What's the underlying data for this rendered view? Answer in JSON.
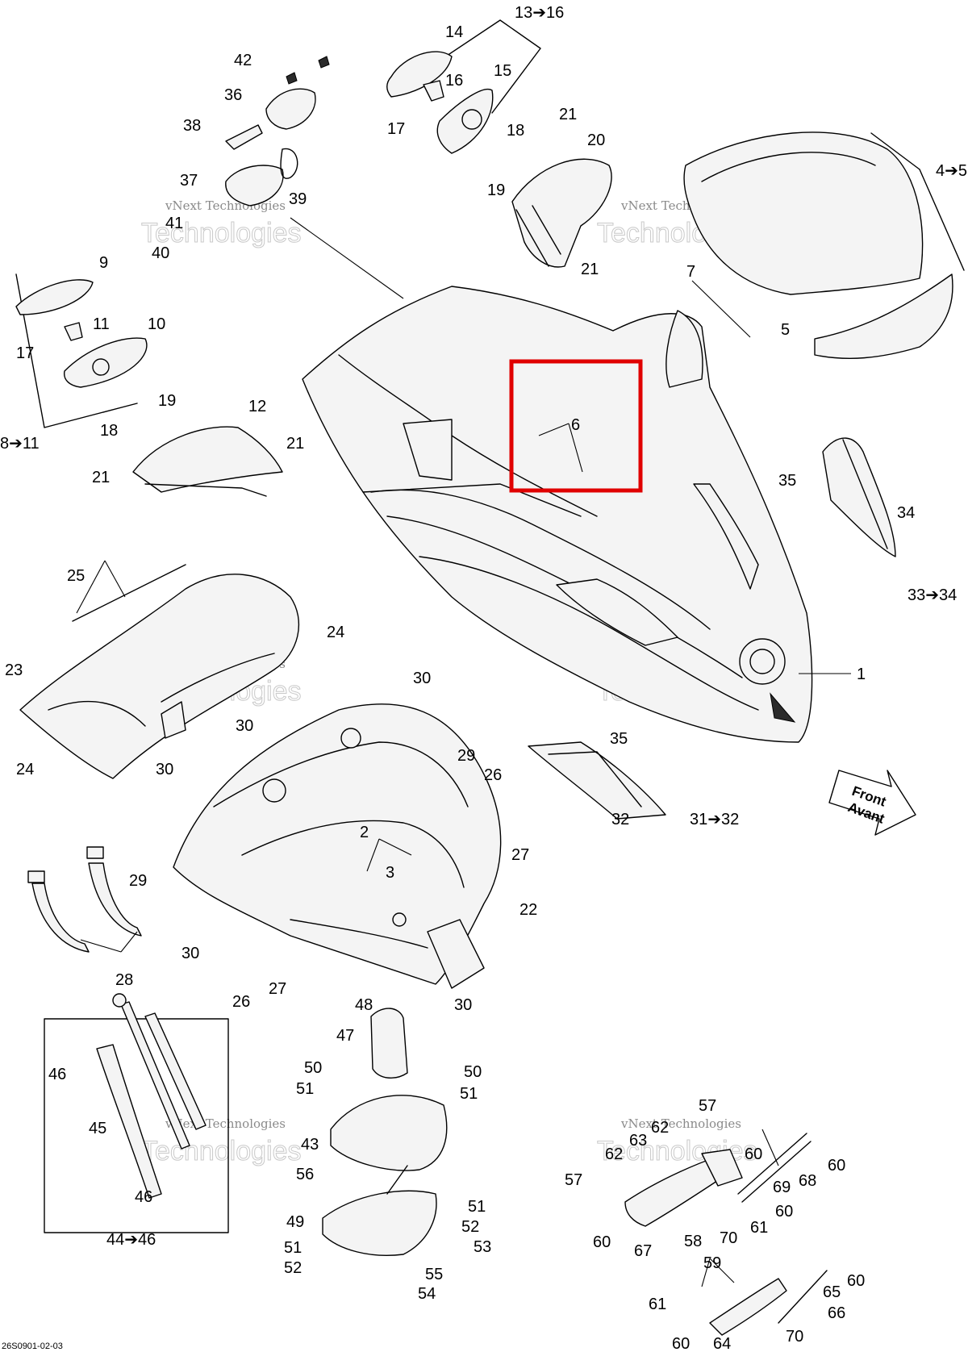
{
  "diagram": {
    "drawing_code": "26S0901-02-03",
    "watermark": {
      "line1": "vNext Technologies",
      "line2": "Technologies"
    },
    "front_arrow": {
      "line1": "Front",
      "line2": "Avant"
    },
    "highlight_color": "#e00000",
    "callouts": {
      "c1": "1",
      "c2": "2",
      "c3": "3",
      "c4": "4➔5",
      "c5": "5",
      "c6": "6",
      "c7": "7",
      "c8": "8➔11",
      "c9": "9",
      "c10": "10",
      "c11": "11",
      "c12": "12",
      "c13": "13➔16",
      "c14": "14",
      "c15": "15",
      "c16": "16",
      "c17a": "17",
      "c17b": "17",
      "c18a": "18",
      "c18b": "18",
      "c19a": "19",
      "c19b": "19",
      "c20": "20",
      "c21a": "21",
      "c21b": "21",
      "c21c": "21",
      "c21d": "21",
      "c22": "22",
      "c23": "23",
      "c24a": "24",
      "c24b": "24",
      "c25": "25",
      "c26a": "26",
      "c26b": "26",
      "c27a": "27",
      "c27b": "27",
      "c28": "28",
      "c29a": "29",
      "c29b": "29",
      "c30a": "30",
      "c30b": "30",
      "c30c": "30",
      "c30d": "30",
      "c30e": "30",
      "c31": "31➔32",
      "c32": "32",
      "c33": "33➔34",
      "c34": "34",
      "c35a": "35",
      "c35b": "35",
      "c36": "36",
      "c37": "37",
      "c38": "38",
      "c39": "39",
      "c40": "40",
      "c41": "41",
      "c42": "42",
      "c43": "43",
      "c44": "44➔46",
      "c45": "45",
      "c46a": "46",
      "c46b": "46",
      "c47": "47",
      "c48": "48",
      "c49": "49",
      "c50a": "50",
      "c50b": "50",
      "c51a": "51",
      "c51b": "51",
      "c51c": "51",
      "c51d": "51",
      "c52a": "52",
      "c52b": "52",
      "c53": "53",
      "c54": "54",
      "c55": "55",
      "c56": "56",
      "c57a": "57",
      "c57b": "57",
      "c58": "58",
      "c59": "59",
      "c60a": "60",
      "c60b": "60",
      "c60c": "60",
      "c60d": "60",
      "c60e": "60",
      "c60f": "60",
      "c61a": "61",
      "c61b": "61",
      "c62a": "62",
      "c62b": "62",
      "c63": "63",
      "c64": "64",
      "c65": "65",
      "c66": "66",
      "c67": "67",
      "c68": "68",
      "c69": "69",
      "c70a": "70",
      "c70b": "70"
    }
  }
}
